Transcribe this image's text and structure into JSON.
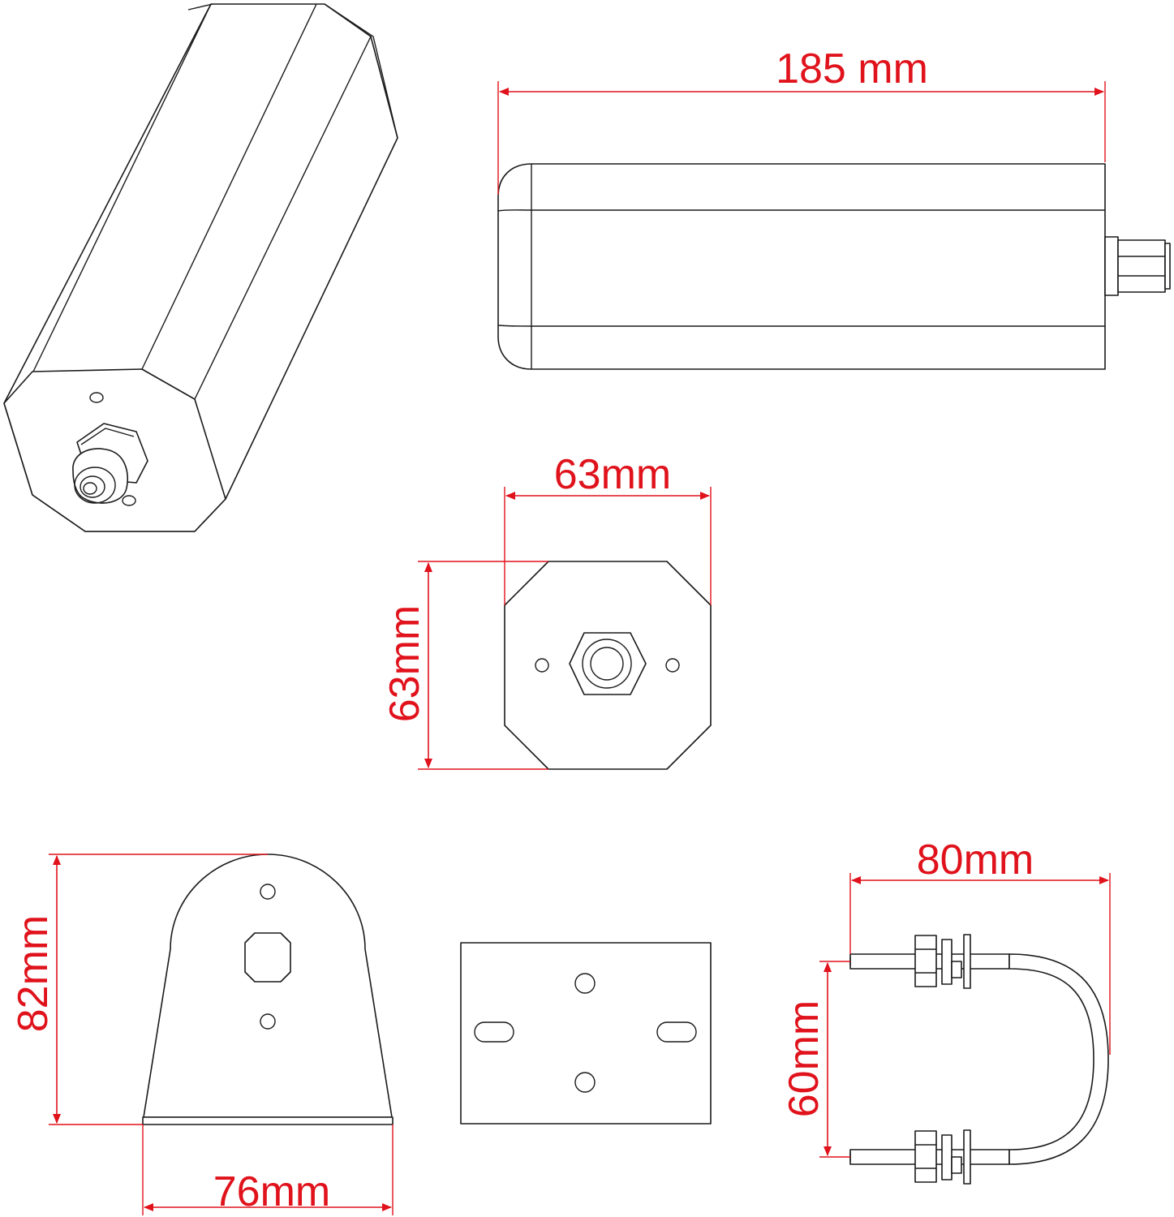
{
  "dimensions": {
    "length_label": "185 mm",
    "end_width_label": "63mm",
    "end_height_label": "63mm",
    "bracket_height_label": "82mm",
    "bracket_width_label": "76mm",
    "ubolt_width_label": "80mm",
    "ubolt_height_label": "60mm"
  },
  "colors": {
    "dimension": "#e0121b",
    "outline": "#1a1a1a",
    "background": "#ffffff"
  }
}
